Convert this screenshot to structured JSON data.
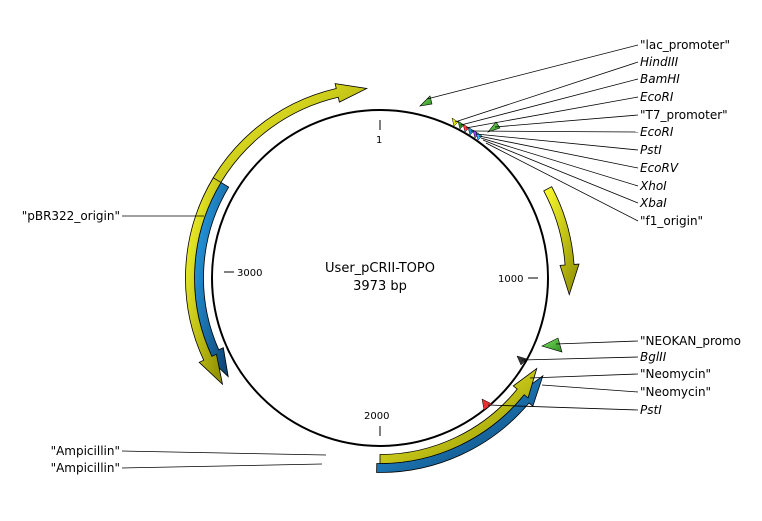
{
  "plasmid": {
    "name": "User_pCRII-TOPO",
    "size_label": "3973 bp",
    "length_bp": 3973
  },
  "ticks": [
    {
      "position": 1,
      "label": "1"
    },
    {
      "position": 1000,
      "label": "1000"
    },
    {
      "position": 2000,
      "label": "2000"
    },
    {
      "position": 3000,
      "label": "3000"
    }
  ],
  "features": [
    {
      "label": "\"pBR322_origin\"",
      "type": "rep_origin",
      "color": "#e8e600",
      "strand": 1
    },
    {
      "label": "\"f1_origin\"",
      "type": "rep_origin",
      "color": "#e8e600",
      "strand": 1
    },
    {
      "label": "\"Neomycin\"",
      "type": "CDS",
      "color": "#e8e600",
      "strand": -1
    },
    {
      "label": "\"Neomycin\"",
      "type": "gene",
      "color": "#1a8fd8",
      "strand": -1
    },
    {
      "label": "\"Ampicillin\"",
      "type": "CDS",
      "color": "#e8e600",
      "strand": -1
    },
    {
      "label": "\"Ampicillin\"",
      "type": "gene",
      "color": "#1a8fd8",
      "strand": -1
    },
    {
      "label": "\"lac_promoter\"",
      "type": "promoter",
      "color": "#4cc73a",
      "strand": -1
    },
    {
      "label": "\"T7_promoter\"",
      "type": "promoter",
      "color": "#4cc73a",
      "strand": 1
    },
    {
      "label": "\"NEOKAN_promo",
      "type": "promoter",
      "color": "#4cc73a",
      "strand": -1
    }
  ],
  "sites": [
    "HindIII",
    "BamHI",
    "EcoRI",
    "EcoRI",
    "PstI",
    "EcoRV",
    "XhoI",
    "XbaI",
    "BglII",
    "PstI"
  ],
  "colors": {
    "origin_yellow": "#e8e600",
    "gene_blue": "#1a8fd8",
    "promoter_green": "#4cc73a",
    "backbone": "#000000"
  }
}
